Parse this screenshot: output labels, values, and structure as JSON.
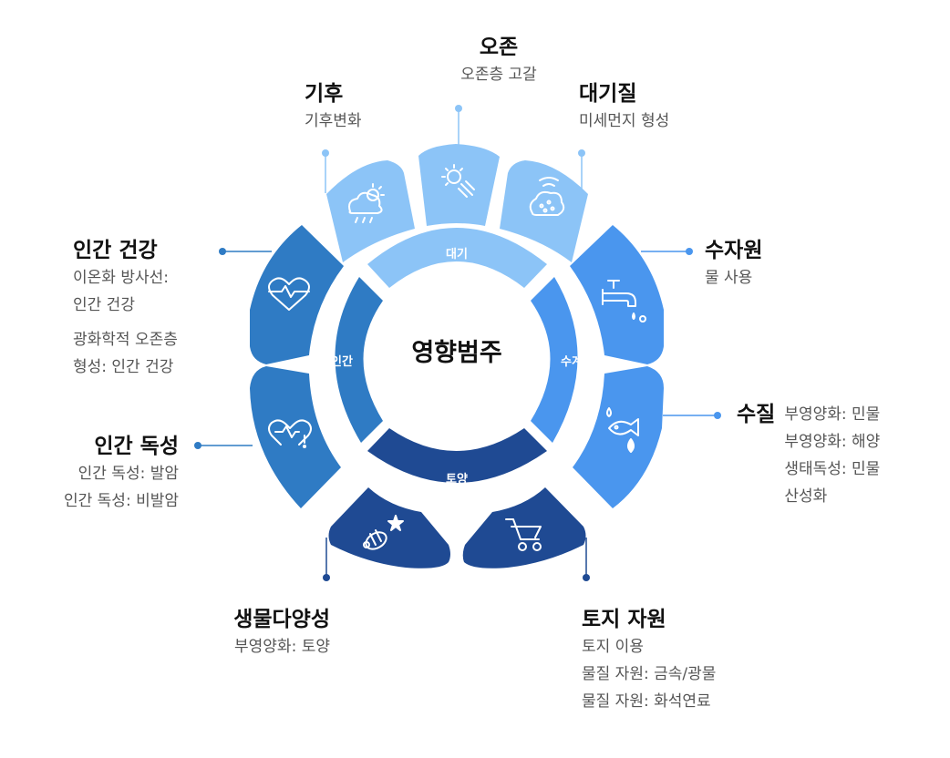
{
  "center_title": "영향범주",
  "rings": {
    "atmosphere": "대기",
    "water": "수계",
    "soil": "토양",
    "human": "인간"
  },
  "categories": {
    "ozone": {
      "title": "오존",
      "lines": [
        "오존층 고갈"
      ],
      "icon": "sun-rays-icon"
    },
    "climate": {
      "title": "기후",
      "lines": [
        "기후변화"
      ],
      "icon": "cloud-sun-rain-icon"
    },
    "air_quality": {
      "title": "대기질",
      "lines": [
        "미세먼지 형성"
      ],
      "icon": "dust-cloud-icon"
    },
    "water_resource": {
      "title": "수자원",
      "lines": [
        "물 사용"
      ],
      "icon": "faucet-icon"
    },
    "water_quality": {
      "title": "수질",
      "lines": [
        "부영양화: 민물",
        "부영양화: 해양",
        "생태독성: 민물",
        "산성화"
      ],
      "icon": "fish-drop-icon"
    },
    "land_resource": {
      "title": "토지 자원",
      "lines": [
        "토지 이용",
        "물질 자원: 금속/광물",
        "물질 자원: 화석연료"
      ],
      "icon": "wheelbarrow-icon"
    },
    "biodiversity": {
      "title": "생물다양성",
      "lines": [
        "부영양화: 토양"
      ],
      "icon": "bee-flower-icon"
    },
    "human_toxicity": {
      "title": "인간 독성",
      "lines": [
        "인간 독성: 발암",
        "인간 독성: 비발암"
      ],
      "icon": "heart-alert-icon"
    },
    "human_health": {
      "title": "인간 건강",
      "lines_a": [
        "이온화 방사선:",
        "인간 건강"
      ],
      "lines_b": [
        "광화학적 오존층",
        "형성: 인간 건강"
      ],
      "icon": "heart-pulse-icon"
    }
  },
  "colors": {
    "atmosphere": "#8cc4f7",
    "water": "#4a96ee",
    "soil": "#1f4a93",
    "human": "#2f7bc4"
  }
}
